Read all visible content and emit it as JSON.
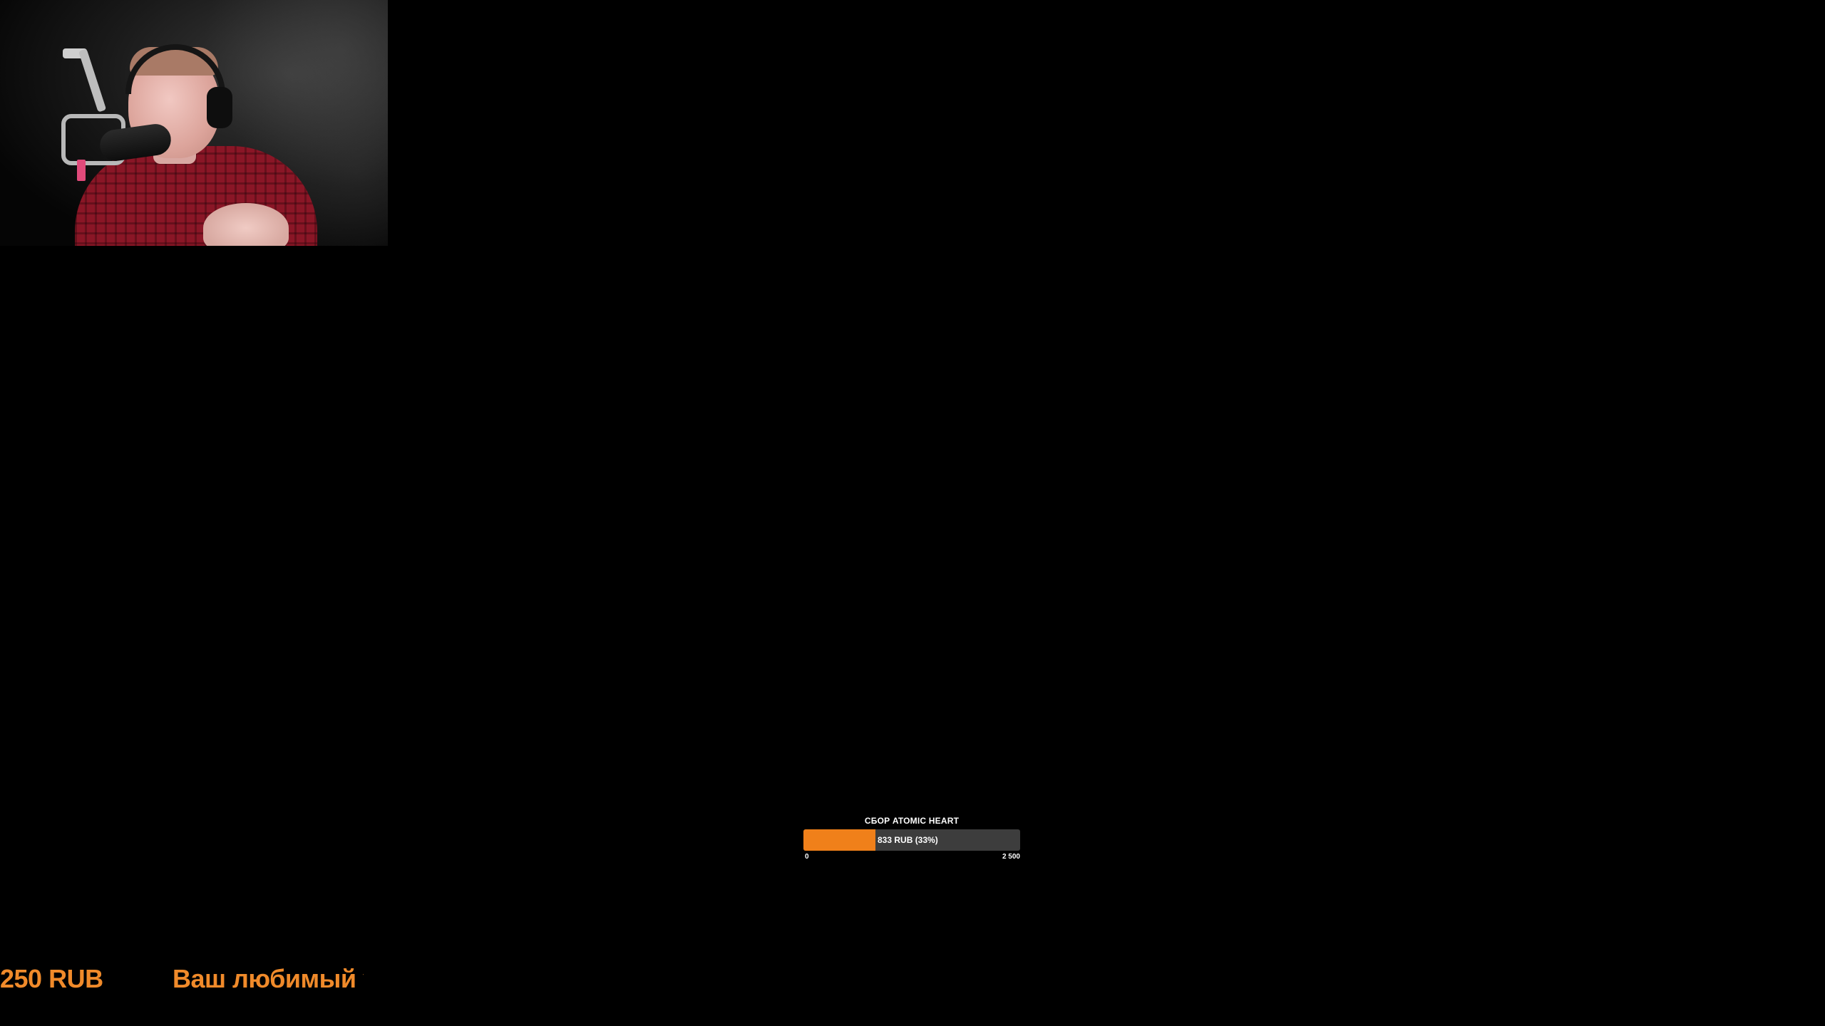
{
  "stream": {
    "webcam": {
      "label": ""
    },
    "donation_goal": {
      "title": "СБОР ATOMIC HEART",
      "progress_text": "833 RUB (33%)",
      "progress_fraction": 0.333,
      "min_label": "0",
      "max_label": "2 500",
      "fill_color": "#F0801A",
      "track_color": "#3D3D3D"
    },
    "ticker": {
      "amount": "250 RUB",
      "message": "Ваш любимый у",
      "text_color": "#F08A2A"
    }
  }
}
